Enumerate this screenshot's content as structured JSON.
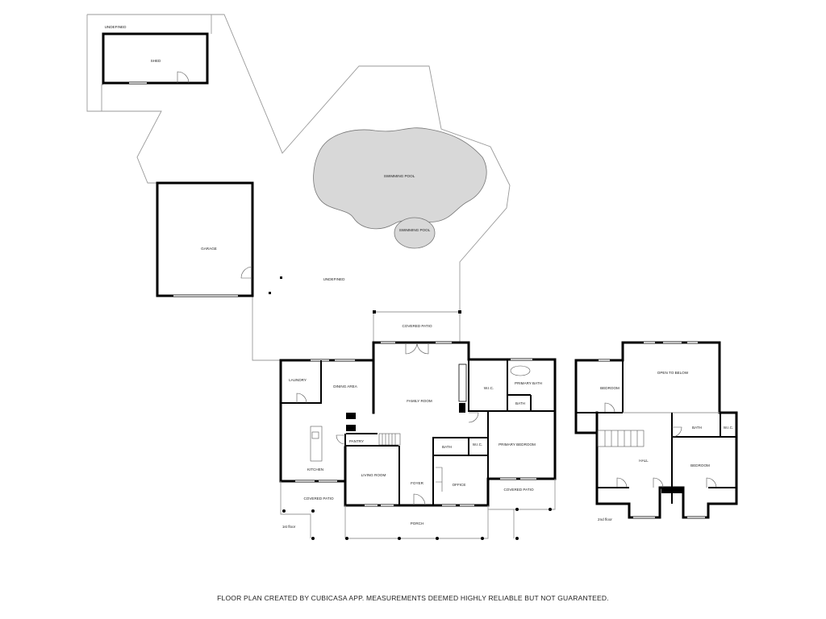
{
  "site": {
    "undefined_top": "UNDEFINED",
    "shed": "SHED",
    "swimming_pool_main": "SWIMMING POOL",
    "swimming_pool_small": "SWIMMING POOL",
    "garage": "GARAGE",
    "undefined_yard": "UNDEFINED",
    "pool_color": "#d8d8d8"
  },
  "first_floor": {
    "caption": "1st floor",
    "rooms": {
      "covered_patio_rear": "COVERED PATIO",
      "laundry": "LAUNDRY",
      "dining_area": "DINING AREA",
      "family_room": "FAMILY ROOM",
      "wic_primary": "W.I.C.",
      "primary_bath": "PRIMARY BATH",
      "bath_primary": "BATH",
      "pantry": "PANTRY",
      "bath_hall": "BATH",
      "wic_hall": "W.I.C.",
      "primary_bedroom": "PRIMARY BEDROOM",
      "kitchen": "KITCHEN",
      "living_room": "LIVING ROOM",
      "foyer": "FOYER",
      "office": "OFFICE",
      "covered_patio_left": "COVERED PATIO",
      "covered_patio_right": "COVERED PATIO",
      "porch": "PORCH"
    }
  },
  "second_floor": {
    "caption": "2nd floor",
    "rooms": {
      "bedroom_1": "BEDROOM",
      "open_to_below": "OPEN TO BELOW",
      "bath": "BATH",
      "wic": "W.I.C.",
      "hall": "HALL",
      "bedroom_2": "BEDROOM"
    }
  },
  "footer": "FLOOR PLAN CREATED BY CUBICASA APP. MEASUREMENTS DEEMED HIGHLY RELIABLE BUT NOT GUARANTEED."
}
